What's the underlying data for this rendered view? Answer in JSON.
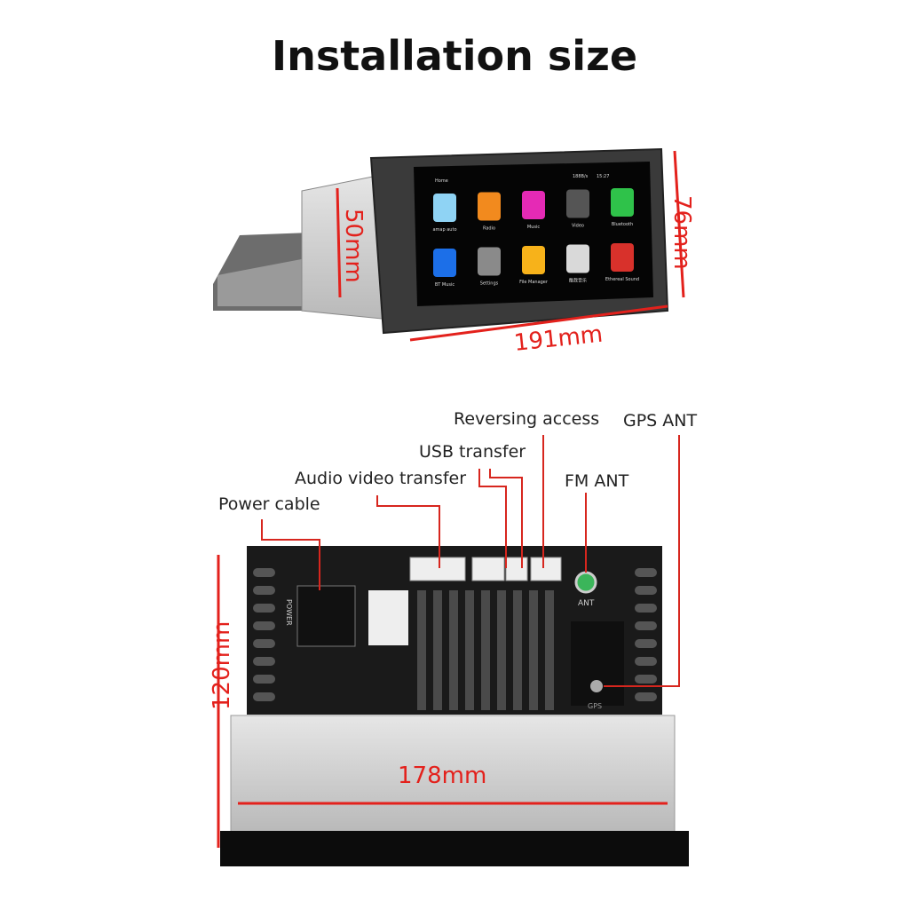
{
  "title": "Installation size",
  "dimensions": {
    "depth": "50mm",
    "height_top": "76mm",
    "width_top": "191mm",
    "height_rear": "120mm",
    "width_rear": "178mm"
  },
  "screen": {
    "status_left": "Home",
    "status_right": "188B/s",
    "time": "15:27",
    "apps": [
      {
        "label": "amap auto",
        "color": "#8fd3f4"
      },
      {
        "label": "Radio",
        "color": "#f28a1e"
      },
      {
        "label": "Music",
        "color": "#e52ab5"
      },
      {
        "label": "Video",
        "color": "#555555"
      },
      {
        "label": "Bluetooth",
        "color": "#2fc24a"
      },
      {
        "label": "BT Music",
        "color": "#1c6fe8"
      },
      {
        "label": "Settings",
        "color": "#8a8a8a"
      },
      {
        "label": "File Manager",
        "color": "#f7b21a"
      },
      {
        "label": "酷我音乐",
        "color": "#d9d9d9"
      },
      {
        "label": "Ethereal Sound",
        "color": "#d8312b"
      }
    ]
  },
  "callouts": {
    "reversing": "Reversing access",
    "usb": "USB transfer",
    "av": "Audio video transfer",
    "fm": "FM ANT",
    "gps": "GPS ANT",
    "power": "Power cable"
  },
  "panel": {
    "power_label": "POWER",
    "ant_label": "ANT",
    "gps_label": "GPS"
  }
}
